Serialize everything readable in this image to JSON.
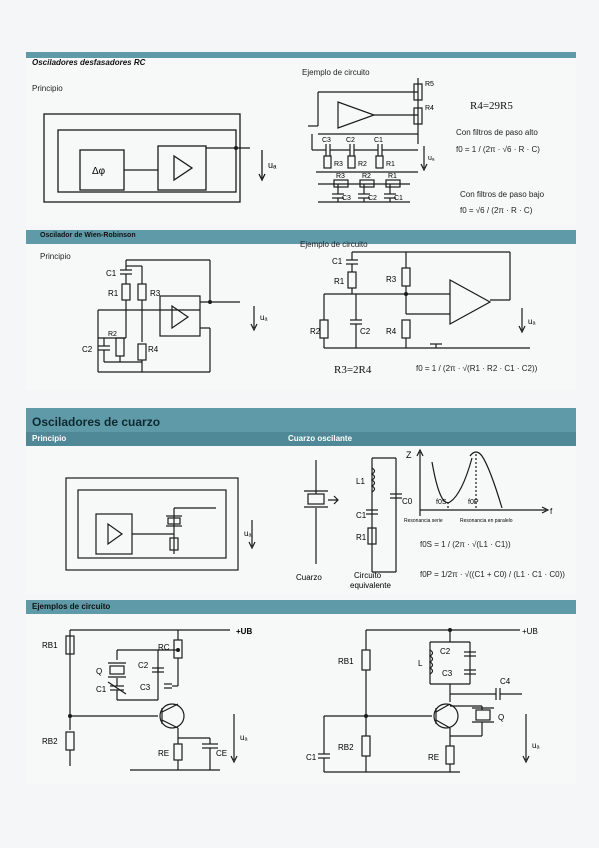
{
  "sections": {
    "rc": {
      "title": "Osciladores desfasadores RC",
      "principle": "Principio",
      "example": "Ejemplo de circuito",
      "note": "R4=29R5",
      "hp_caption": "Con filtros de paso alto",
      "lp_caption": "Con filtros de paso bajo",
      "hp_formula": "f0 = 1 / (2π · √6 · R · C)",
      "lp_formula": "f0 = √6 / (2π · R · C)",
      "labels": [
        "Δφ",
        "uₐ",
        "R5",
        "R4",
        "C3",
        "C2",
        "C1",
        "R3",
        "R2",
        "R1",
        "R3",
        "R2",
        "R1",
        "C3",
        "C2",
        "C1",
        "uₐ"
      ]
    },
    "wien": {
      "title": "Oscilador de Wien-Robinson",
      "principle": "Principio",
      "example": "Ejemplo de circuito",
      "note": "R3=2R4",
      "formula": "f0 = 1 / (2π · √(R1 · R2 · C1 · C2))",
      "labels": [
        "C1",
        "R1",
        "R3",
        "C2",
        "R2",
        "R4",
        "uₐ",
        "C1",
        "R1",
        "R3",
        "R2",
        "C2",
        "R4",
        "uₐ"
      ]
    },
    "quartz": {
      "title": "Osciladores de cuarzo",
      "principle": "Principio",
      "oscillating": "Cuarzo oscilante",
      "quartz_label": "Cuarzo",
      "equiv_label_1": "Circuito",
      "equiv_label_2": "equivalente",
      "series_res": "Resonancia serie",
      "parallel_res": "Resonancia en paralelo",
      "f0s_formula": "f0S = 1 / (2π · √(L1 · C1))",
      "f0p_formula": "f0P = 1/2π · √((C1 + C0) / (L1 · C1 · C0))",
      "labels": [
        "uₐ",
        "L1",
        "C0",
        "C1",
        "R1",
        "Z",
        "f0S",
        "f0P",
        "f"
      ]
    },
    "examples": {
      "title": "Ejemplos de circuito",
      "labels_left": [
        "RB1",
        "RC",
        "+UB",
        "Q",
        "C2",
        "C1",
        "C3",
        "RB2",
        "RE",
        "CE",
        "uₐ"
      ],
      "labels_right": [
        "+UB",
        "RB1",
        "L",
        "C2",
        "C3",
        "C4",
        "Q",
        "C1",
        "RB2",
        "RE",
        "uₐ"
      ]
    }
  },
  "colors": {
    "band": "#5f9aa8",
    "paper": "#f7f9f9",
    "ink": "#1a1a1a"
  }
}
